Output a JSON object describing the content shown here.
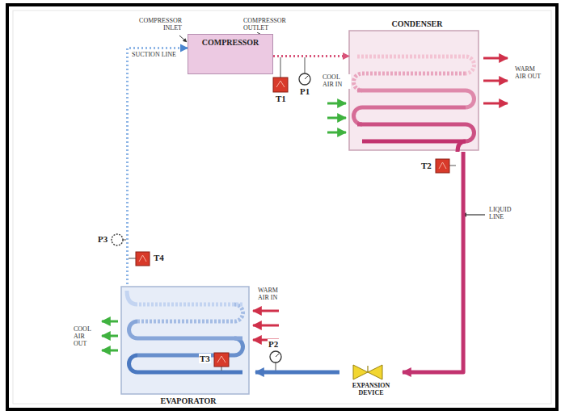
{
  "diagram": {
    "nodes": [
      {
        "text": [
          "COMPRESSOR"
        ]
      },
      {
        "text": [
          "CONDENSER"
        ]
      },
      {
        "text": [
          "EVAPORATOR"
        ]
      },
      {
        "text": [
          "EXPANSION DEVICE"
        ]
      }
    ],
    "edges": [
      {
        "from": 0,
        "to": 1,
        "arrow": "to"
      },
      {
        "from": 1,
        "to": 3,
        "arrow": "to"
      },
      {
        "from": 3,
        "to": 2,
        "arrow": "to"
      },
      {
        "from": 2,
        "to": 0,
        "arrow": "to"
      }
    ],
    "labels": [
      "COMPRESSOR INLET",
      "COMPRESSOR OUTLET",
      "SUCTION LINE",
      "T1",
      "P1",
      "COOL AIR IN",
      "WARM AIR OUT",
      "T2",
      "LIQUID LINE",
      "P3",
      "T4",
      "WARM AIR IN",
      "COOL AIR OUT",
      "T3",
      "P2"
    ]
  }
}
